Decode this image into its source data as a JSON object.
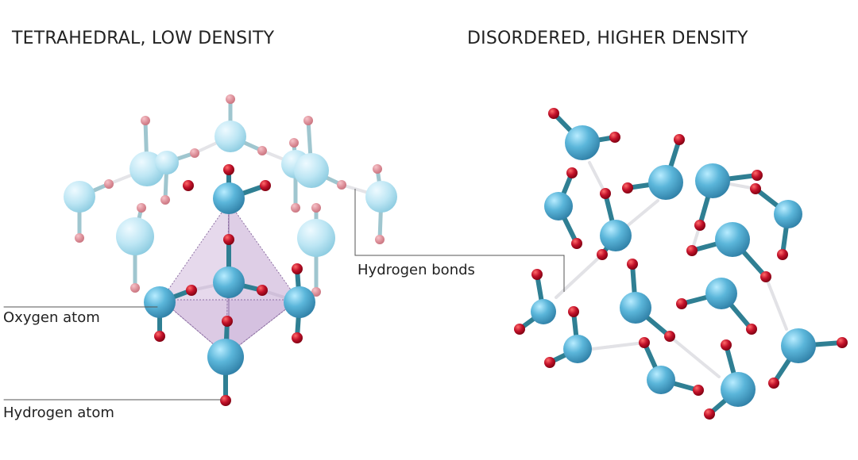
{
  "titles": {
    "left": "TETRAHEDRAL, LOW DENSITY",
    "right": "DISORDERED, HIGHER DENSITY"
  },
  "labels": {
    "oxygen": "Oxygen atom",
    "hydrogen": "Hydrogen atom",
    "bonds": "Hydrogen bonds"
  },
  "colors": {
    "oxygen": "#5bb6da",
    "oxygen_faded": "#b9e4f2",
    "hydrogen": "#c3122a",
    "hydrogen_faded": "#dc8e98",
    "bond": "#2f7f93",
    "hbond": "#e2e2e6",
    "tetrahedron": "#b693c8"
  }
}
